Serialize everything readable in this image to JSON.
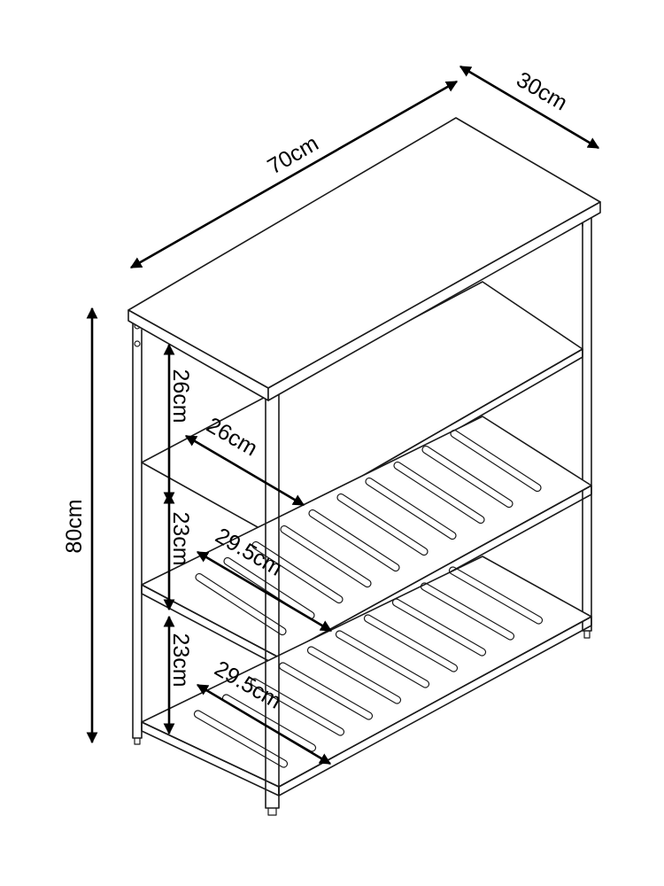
{
  "diagram": {
    "labels": {
      "width": "70cm",
      "depth": "30cm",
      "height": "80cm",
      "gap_top": "26cm",
      "top_shelf_depth": "26cm",
      "gap_middle": "23cm",
      "middle_shelf_depth": "29.5cm",
      "gap_bottom": "23cm",
      "bottom_shelf_depth": "29.5cm"
    },
    "colors": {
      "stroke": "#1a1a1a",
      "arrow": "#000000",
      "background": "#ffffff"
    }
  }
}
